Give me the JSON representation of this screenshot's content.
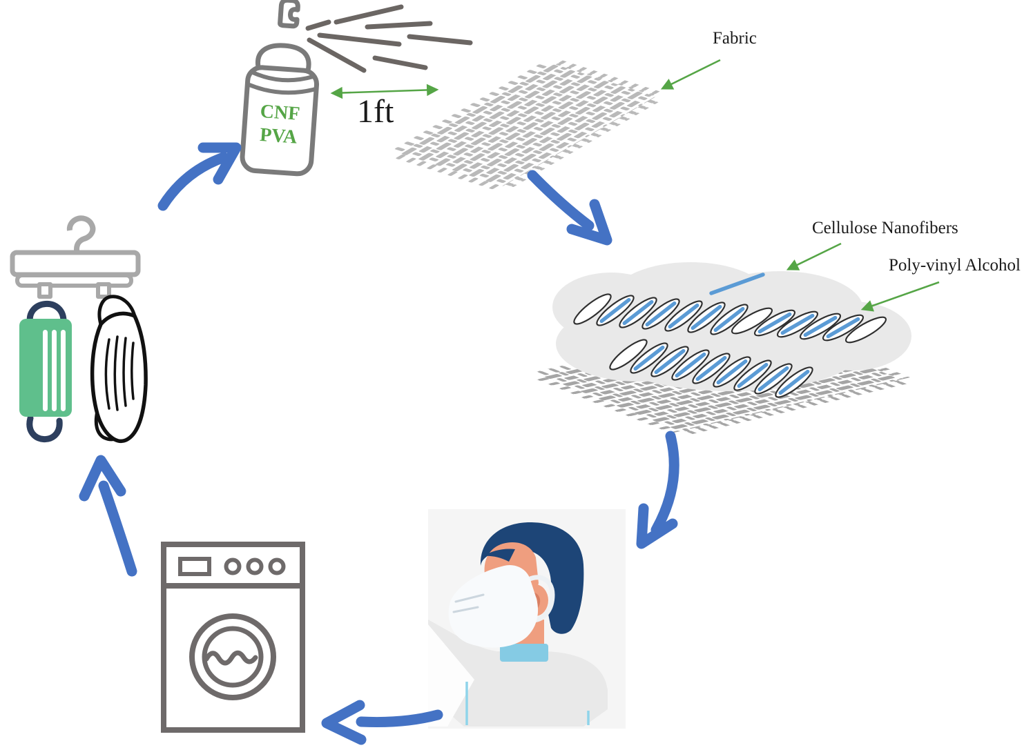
{
  "figure": {
    "type": "process-cycle-diagram",
    "labels": {
      "fabric": "Fabric",
      "cellulose_nanofibers": "Cellulose Nanofibers",
      "poly_vinyl_alcohol": "Poly-vinyl Alcohol",
      "spray_distance": "1ft",
      "spray_can_line1": "CNF",
      "spray_can_line2": "PVA"
    },
    "colors": {
      "label_black": "#1A1A1A",
      "cycle_arrow": "#4472C4",
      "annotation_green": "#55A546",
      "spray_gray": "#6B6663",
      "can_outline": "#7A7A7A",
      "fabric_light": "#B9B9B9",
      "fabric_dark": "#A5A5A5",
      "cloud_gray": "#E9E9E9",
      "fiber_blue": "#5B9BD5",
      "fiber_outline": "#2F2F2F",
      "washer_gray": "#6E6A6A",
      "hanger_gray": "#A8A8A8",
      "mask_green": "#5FBF8C",
      "mask_loop_navy": "#2D3F5E",
      "mask_outline_black": "#111111",
      "hair_navy": "#1D4577",
      "skin": "#EF9E7F",
      "skin_shadow": "#D97F63",
      "collar_blue": "#85CBE4",
      "shirt_gray": "#E9E9E9",
      "panel_bg": "#F5F5F5",
      "mask_white": "#F8FAFC",
      "mask_fold": "#CCD6DE"
    }
  }
}
